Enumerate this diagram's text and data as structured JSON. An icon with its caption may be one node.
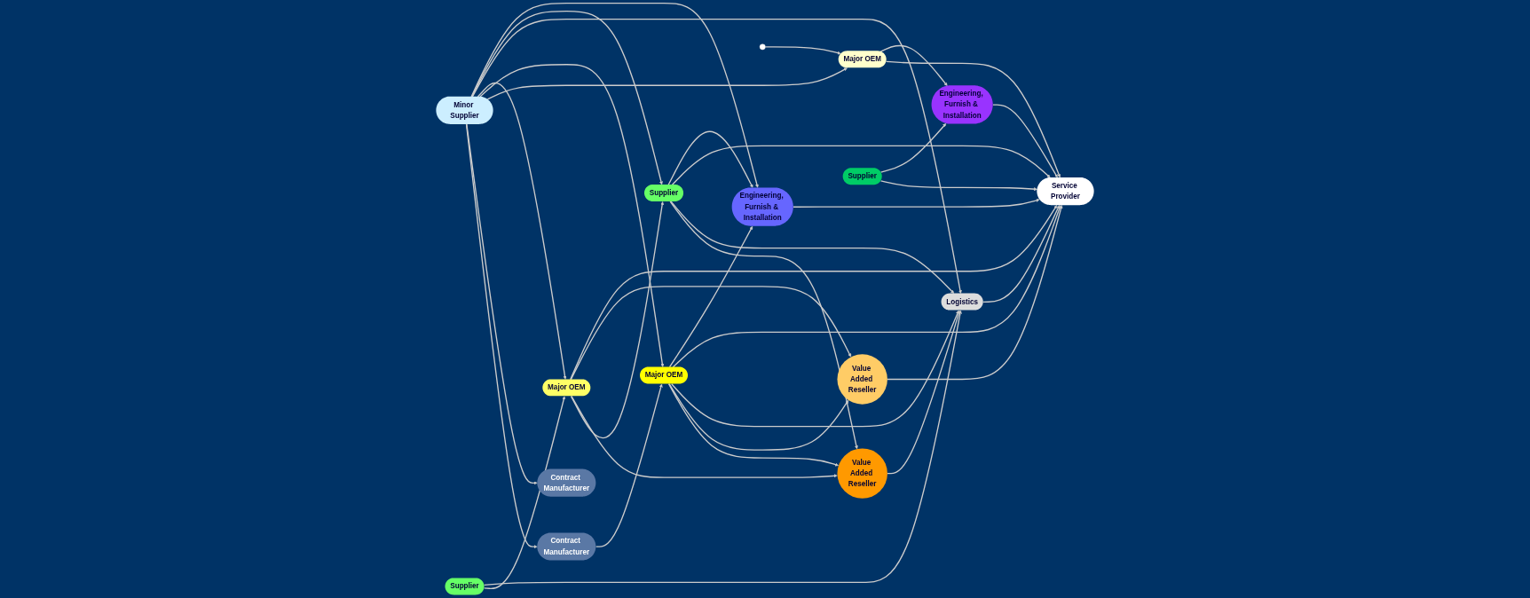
{
  "diagram": {
    "nodes": [
      {
        "text": [
          "Contract Manufacturer"
        ]
      },
      {
        "text": [
          "Major OEM"
        ]
      },
      {
        "text": [
          "Value Added Reseller"
        ]
      },
      {
        "text": [
          "Contract Manufacturer"
        ]
      },
      {
        "text": [
          "Major OEM"
        ]
      },
      {
        "text": [
          "Value Added Reseller"
        ]
      },
      {
        "text": [
          "Major OEM"
        ]
      },
      {
        "text": [
          "Logistics"
        ]
      },
      {
        "text": [
          "Service Provider"
        ]
      },
      {
        "text": [
          "Minor Supplier"
        ]
      },
      {
        "text": [
          "Supplier"
        ]
      },
      {
        "text": [
          "Supplier"
        ]
      },
      {
        "text": [
          "Supplier"
        ]
      },
      {
        "text": [
          "Engineering, Furnish & Installation"
        ]
      },
      {
        "text": [
          "Engineering, Furnish & Installation"
        ]
      }
    ],
    "edges": [
      {
        "from": null,
        "to": 1,
        "arrow": "to"
      },
      {
        "from": 9,
        "to": 3,
        "arrow": "to"
      },
      {
        "from": 9,
        "to": 0,
        "arrow": "to"
      },
      {
        "from": 3,
        "to": 4,
        "arrow": "to"
      },
      {
        "from": 9,
        "to": 1,
        "arrow": "to"
      },
      {
        "from": 9,
        "to": 4,
        "arrow": "to"
      },
      {
        "from": 9,
        "to": 6,
        "arrow": "to"
      },
      {
        "from": 9,
        "to": 7,
        "arrow": "to"
      },
      {
        "from": 9,
        "to": 12,
        "arrow": "to"
      },
      {
        "from": 9,
        "to": 14,
        "arrow": "to"
      },
      {
        "from": 11,
        "to": 6,
        "arrow": "to"
      },
      {
        "from": 11,
        "to": 7,
        "arrow": "to"
      },
      {
        "from": 6,
        "to": 12,
        "arrow": "to"
      },
      {
        "from": 4,
        "to": 2,
        "arrow": "to"
      },
      {
        "from": 6,
        "to": 2,
        "arrow": "to"
      },
      {
        "from": 6,
        "to": 5,
        "arrow": "to"
      },
      {
        "from": 1,
        "to": 8,
        "arrow": "to"
      },
      {
        "from": 1,
        "to": 13,
        "arrow": "to"
      },
      {
        "from": 4,
        "to": 5,
        "arrow": "to"
      },
      {
        "from": 4,
        "to": 7,
        "arrow": "to"
      },
      {
        "from": 4,
        "to": 8,
        "arrow": "to"
      },
      {
        "from": 4,
        "to": 14,
        "arrow": "to"
      },
      {
        "from": 6,
        "to": 8,
        "arrow": "to"
      },
      {
        "from": 12,
        "to": 2,
        "arrow": "to"
      },
      {
        "from": 12,
        "to": 7,
        "arrow": "to"
      },
      {
        "from": 12,
        "to": 8,
        "arrow": "to"
      },
      {
        "from": 12,
        "to": 14,
        "arrow": "to"
      },
      {
        "from": 10,
        "to": 8,
        "arrow": "to"
      },
      {
        "from": 10,
        "to": 13,
        "arrow": "to"
      },
      {
        "from": 2,
        "to": 7,
        "arrow": "to"
      },
      {
        "from": 5,
        "to": 8,
        "arrow": "to"
      },
      {
        "from": 7,
        "to": 8,
        "arrow": "to"
      },
      {
        "from": 13,
        "to": 8,
        "arrow": "to"
      },
      {
        "from": 14,
        "to": 8,
        "arrow": "to"
      }
    ]
  }
}
